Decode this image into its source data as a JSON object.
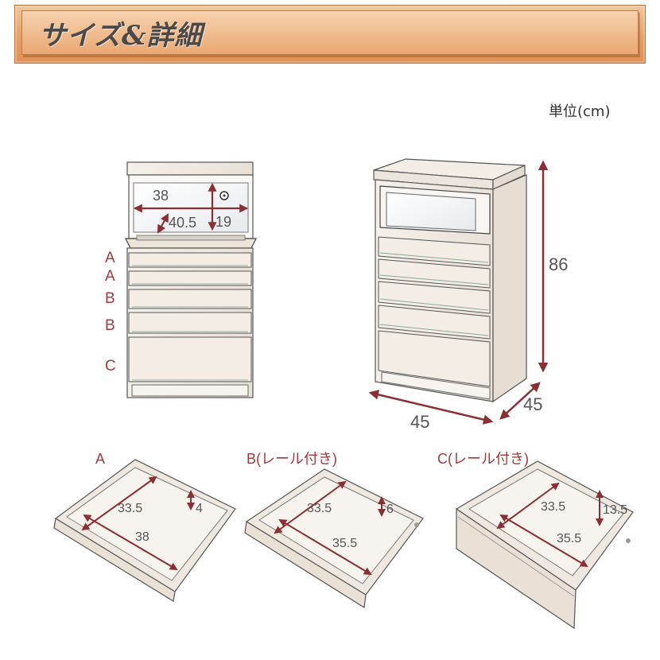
{
  "header": {
    "title": "サイズ&詳細"
  },
  "unit_label": "単位(cm)",
  "front_view": {
    "shelf_width": "38",
    "shelf_depth": "40.5",
    "shelf_height": "19",
    "drawer_labels": [
      "A",
      "A",
      "B",
      "B",
      "C"
    ]
  },
  "angle_view": {
    "height": "86",
    "width": "45",
    "depth": "45"
  },
  "drawers": [
    {
      "caption": "A",
      "inner_depth": "33.5",
      "inner_width": "38",
      "inner_height": "4"
    },
    {
      "caption": "B(レール付き)",
      "inner_depth": "33.5",
      "inner_width": "35.5",
      "inner_height": "6"
    },
    {
      "caption": "C(レール付き)",
      "inner_depth": "33.5",
      "inner_width": "35.5",
      "inner_height": "13.5"
    }
  ],
  "colors": {
    "arrow": "#8b2f35",
    "wood": "#f2ece6",
    "banner": "#e6a066"
  }
}
